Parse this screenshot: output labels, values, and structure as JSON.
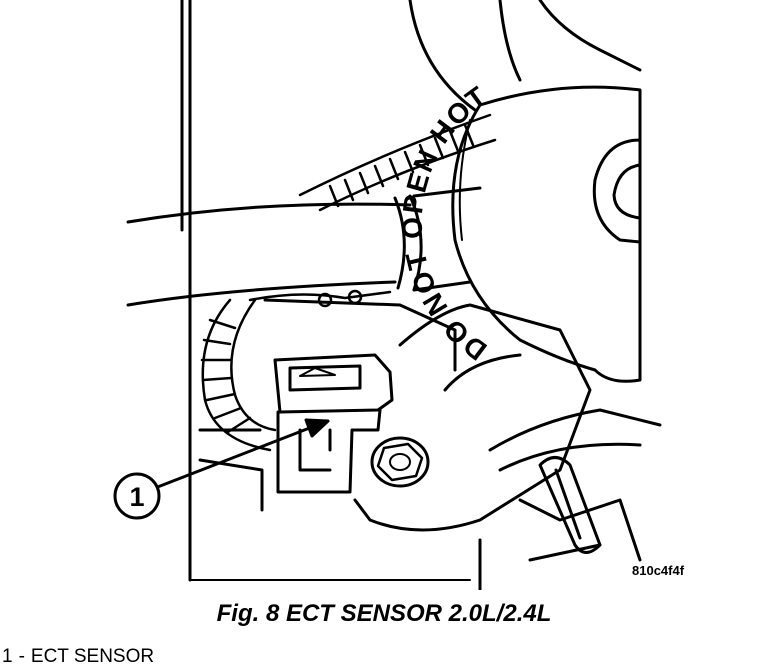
{
  "figure": {
    "cap_text": "DO NOT OPEN HOT",
    "callout_number": "1",
    "figure_code": "810c4f4f",
    "caption": "Fig. 8 ECT SENSOR 2.0L/2.4L"
  },
  "legend": {
    "items": [
      {
        "number": "1",
        "separator": "-",
        "label": "ECT SENSOR"
      }
    ]
  }
}
